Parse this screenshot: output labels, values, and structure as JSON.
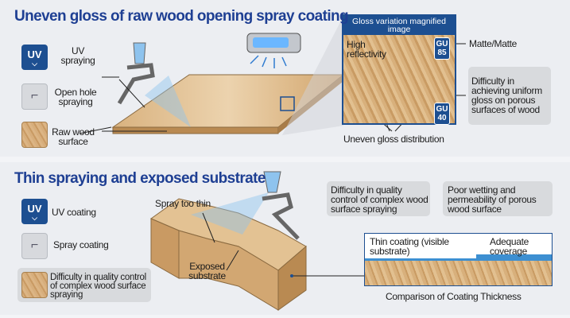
{
  "section1": {
    "title": "Uneven gloss of raw wood opening spray coating",
    "legend": [
      {
        "icon": "uv-icon",
        "badge": "UV",
        "label": "UV spraying"
      },
      {
        "icon": "spray-gun-icon",
        "label": "Open hole spraying"
      },
      {
        "icon": "wood-texture-icon",
        "label": "Raw wood surface"
      }
    ],
    "magnifier": {
      "header": "Gloss variation magnified image",
      "high": "High reflectivity",
      "gu_high": "GU 85",
      "gu_low": "GU 40"
    },
    "matte": "Matte/Matte",
    "difficulty": "Difficulty in achieving uniform gloss on porous surfaces of wood",
    "uneven": "Uneven gloss distribution"
  },
  "section2": {
    "title": "Thin spraying and exposed substrate",
    "legend": [
      {
        "icon": "uv-icon",
        "badge": "UV",
        "label": "UV coating"
      },
      {
        "icon": "spray-gun-icon",
        "label": "Spray coating"
      },
      {
        "icon": "wood-texture-icon",
        "label": "Difficulty in quality control of complex wood surface spraying"
      }
    ],
    "spray_thin": "Spray too thin",
    "exposed": "Exposed substrate",
    "box1": "Difficulty in quality control of complex wood surface spraying",
    "box2": "Poor wetting and permeability of porous wood surface",
    "thin_coating": "Thin coating (visible substrate)",
    "adequate": "Adequate coverage",
    "caption": "Comparison of Coating Thickness"
  },
  "colors": {
    "accent": "#1d4f91",
    "title": "#1e3f93",
    "wood": "#d2a772",
    "coating": "#3d8fd1"
  }
}
